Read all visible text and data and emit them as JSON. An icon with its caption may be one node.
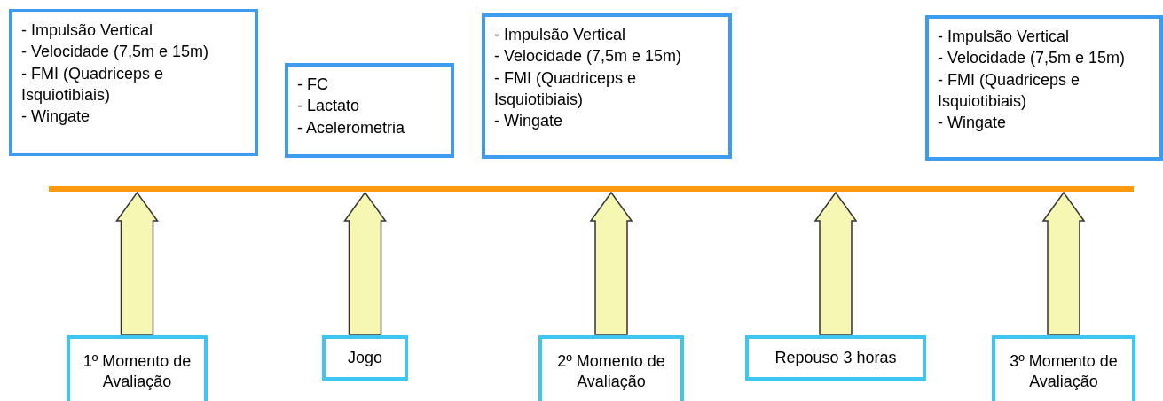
{
  "diagram": {
    "nodes": [
      {
        "text": [
          "- Impulsão Vertical",
          "- Velocidade (7,5m e 15m)",
          "- FMI (Quadriceps e Isquiotibiais)",
          "- Wingate"
        ]
      },
      {
        "text": [
          "- FC",
          "- Lactato",
          "- Acelerometria"
        ]
      },
      {
        "text": [
          "- Impulsão Vertical",
          "- Velocidade (7,5m e 15m)",
          "- FMI (Quadriceps e Isquiotibiais)",
          "- Wingate"
        ]
      },
      {
        "text": [
          "- Impulsão Vertical",
          "- Velocidade (7,5m e 15m)",
          "- FMI (Quadriceps e Isquiotibiais)",
          "- Wingate"
        ]
      },
      {
        "text": [],
        "shape": "bar"
      },
      {
        "text": [
          "1º Momento de Avaliação"
        ]
      },
      {
        "text": [
          "Jogo"
        ]
      },
      {
        "text": [
          "2º Momento de Avaliação"
        ]
      },
      {
        "text": [
          "Repouso 3 horas"
        ]
      },
      {
        "text": [
          "3º Momento de Avaliação"
        ]
      }
    ],
    "edges": [
      {
        "from": 5,
        "to": 4,
        "arrow": "to"
      },
      {
        "from": 6,
        "to": 4,
        "arrow": "to"
      },
      {
        "from": 7,
        "to": 4,
        "arrow": "to"
      },
      {
        "from": 8,
        "to": 4,
        "arrow": "to"
      },
      {
        "from": 9,
        "to": 4,
        "arrow": "to"
      }
    ]
  }
}
